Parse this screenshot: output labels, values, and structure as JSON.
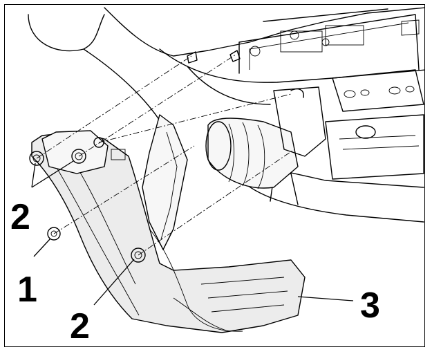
{
  "callouts": [
    {
      "id": "callout-2-upper",
      "label": "2"
    },
    {
      "id": "callout-1",
      "label": "1"
    },
    {
      "id": "callout-2-lower",
      "label": "2"
    },
    {
      "id": "callout-3",
      "label": "3"
    }
  ]
}
